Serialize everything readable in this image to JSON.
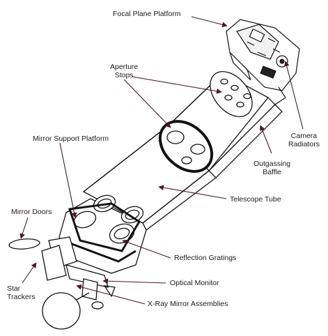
{
  "labels": {
    "focal_plane_platform": "Focal Plane Platform",
    "aperture_stops": [
      "Aperture",
      "Stops"
    ],
    "mirror_support_platform": "Mirror Support Platform",
    "camera_radiators": [
      "Camera",
      "Radiators"
    ],
    "outgassing_baffle": [
      "Outgassing",
      "Baffle"
    ],
    "telescope_tube": "Telescope Tube",
    "mirror_doors": "Mirror Doors",
    "reflection_gratings": "Reflection Gratings",
    "star_trackers": [
      "Star",
      "Trackers"
    ],
    "optical_monitor": "Optical Monitor",
    "xray_mirror_assemblies": "X-Ray Mirror Assemblies"
  },
  "colors": {
    "line": "#111111",
    "arrow": "#4a1530",
    "text": "#1a1a1a"
  }
}
